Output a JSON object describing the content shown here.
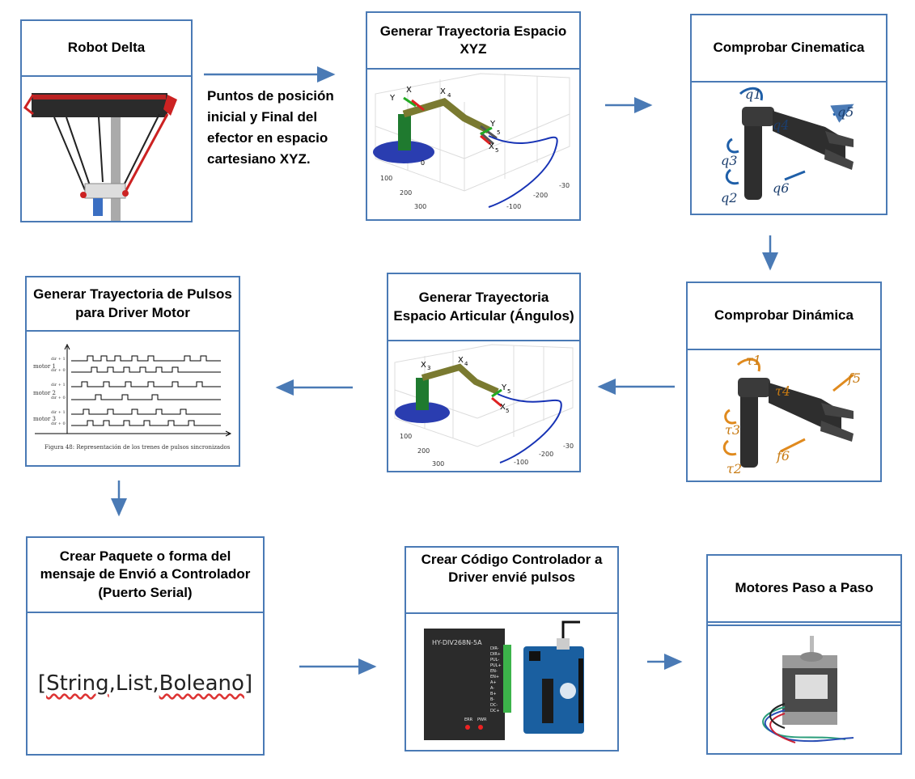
{
  "boxes": {
    "robot_delta": "Robot Delta",
    "trayectoria_xyz": "Generar Trayectoria Espacio XYZ",
    "cinematica": "Comprobar Cinematica",
    "dinamica": "Comprobar Dinámica",
    "articular": "Generar Trayectoria Espacio Articular (Ángulos)",
    "pulsos": "Generar Trayectoria de Pulsos para Driver Motor",
    "paquete": "Crear Paquete o forma del mensaje de Envió a Controlador (Puerto Serial)",
    "codigo": "Crear Código Controlador a Driver envié pulsos",
    "motores": "Motores Paso a Paso"
  },
  "note_puntos": "Puntos de posición inicial y Final del efector en espacio cartesiano XYZ.",
  "paquete_content": {
    "open": "[",
    "t1": "String",
    "sep1": ",",
    "t2": "List",
    "sep2": ",",
    "t3": "Boleano",
    "close": "]"
  },
  "plot_xyz": {
    "ticks": [
      "100",
      "200",
      "300",
      "-100",
      "-200",
      "-30"
    ],
    "frame_labels": [
      "Y",
      "X",
      "X",
      "4",
      "Y",
      "5",
      "X",
      "5",
      "0"
    ]
  },
  "plot_articular": {
    "ticks": [
      "100",
      "200",
      "300",
      "-100",
      "-200",
      "-30"
    ],
    "frame_labels": [
      "X",
      "3",
      "X",
      "4",
      "Y",
      "5",
      "X",
      "5"
    ]
  },
  "cinematica_labels": [
    "q1",
    "q2",
    "q3",
    "q4",
    "q5",
    "q6"
  ],
  "dinamica_labels": [
    "τ1",
    "τ2",
    "τ3",
    "τ4",
    "f5",
    "f6"
  ],
  "pulse_figure": {
    "rows": [
      "dir + 1",
      "dir + 0",
      "dir + 1",
      "dir + 0",
      "dir + 1",
      "dir + 0"
    ],
    "motors": [
      "motor 1",
      "motor 2",
      "motor 3"
    ],
    "caption": "Figura 48: Representación de los trenes de pulsos sincronizados"
  },
  "driver_board": {
    "model": "HY-DIV268N-5A",
    "pins": [
      "DIR-",
      "DIR+",
      "PUL-",
      "PUL+",
      "EN-",
      "EN+",
      "A+",
      "A-",
      "B+",
      "B-",
      "DC-",
      "DC+"
    ],
    "leds": [
      "ERR",
      "PWR"
    ]
  },
  "colors": {
    "border": "#4a7ab5",
    "arrow": "#4a7ab5"
  }
}
